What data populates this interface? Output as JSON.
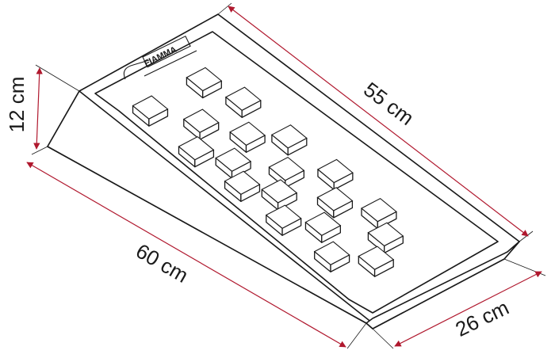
{
  "diagram": {
    "dimensions": {
      "height": "12 cm",
      "top_length": "55 cm",
      "bottom_length": "60 cm",
      "width": "26 cm"
    },
    "colors": {
      "dimension_line": "#b0182e",
      "outline": "#1a1a1a",
      "background": "#ffffff"
    },
    "logo_text": "FIAMMA"
  }
}
